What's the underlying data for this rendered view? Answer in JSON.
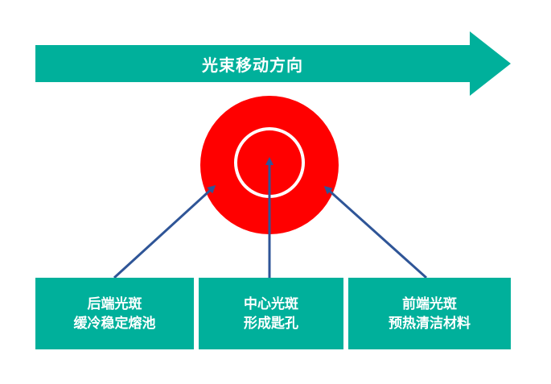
{
  "direction_arrow": {
    "label": "光束移动方向"
  },
  "colors": {
    "teal": "#00b09b",
    "beam_red": "#ff0000",
    "pointer_blue": "#2f5597"
  },
  "boxes": {
    "rear": {
      "line1": "后端光斑",
      "line2": "缓冷稳定熔池"
    },
    "center": {
      "line1": "中心光斑",
      "line2": "形成匙孔"
    },
    "front": {
      "line1": "前端光斑",
      "line2": "预热清洁材料"
    }
  }
}
